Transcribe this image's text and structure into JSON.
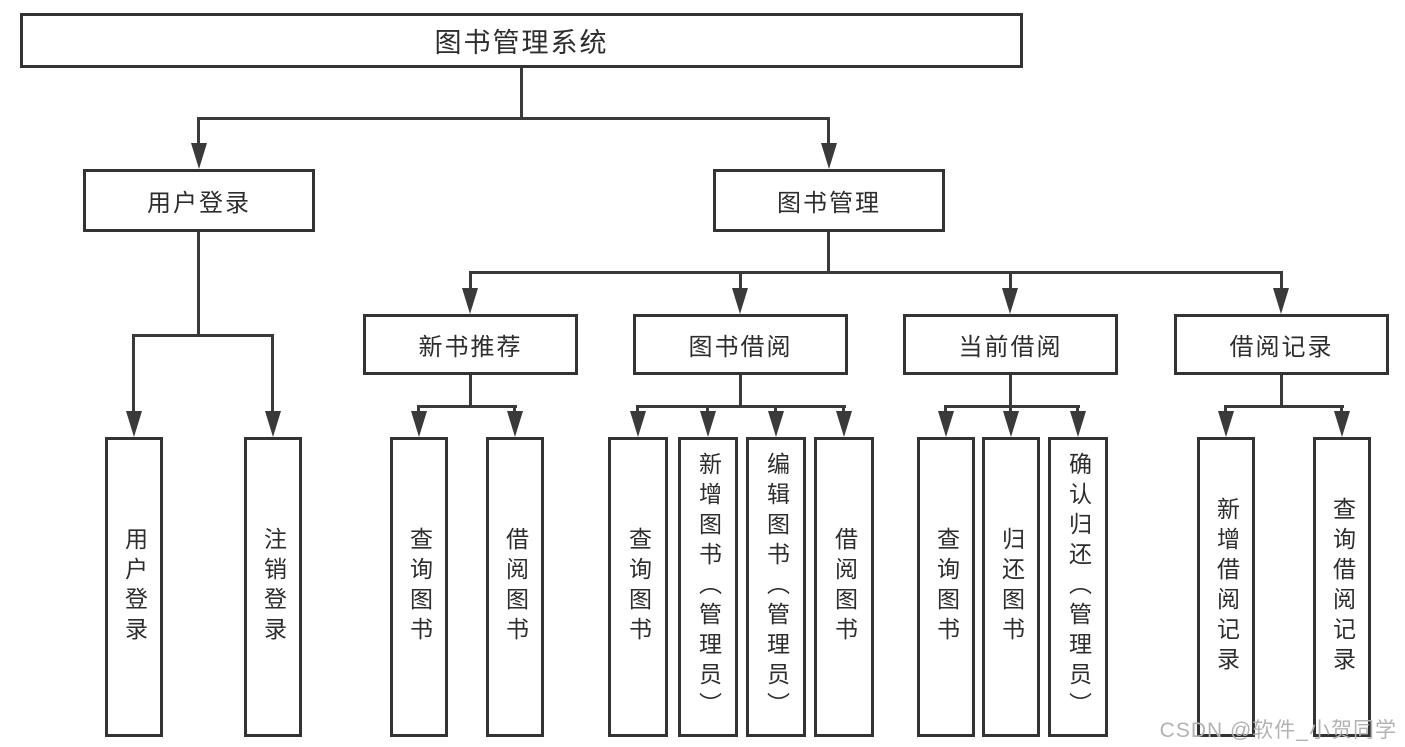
{
  "diagram_title": "图书管理系统",
  "nodes": {
    "root": {
      "label": "图书管理系统"
    },
    "user_login": {
      "label": "用户登录"
    },
    "book_mgmt": {
      "label": "图书管理"
    },
    "new_book_rec": {
      "label": "新书推荐"
    },
    "book_borrow": {
      "label": "图书借阅"
    },
    "current_borrow": {
      "label": "当前借阅"
    },
    "borrow_records": {
      "label": "借阅记录"
    },
    "leaf_user_login": {
      "label": "用户登录"
    },
    "leaf_logout": {
      "label": "注销登录"
    },
    "leaf_query_book_1": {
      "label": "查询图书"
    },
    "leaf_borrow_book_1": {
      "label": "借阅图书"
    },
    "leaf_query_book_2": {
      "label": "查询图书"
    },
    "leaf_add_book": {
      "label": "新增图书（管理员）"
    },
    "leaf_edit_book": {
      "label": "编辑图书（管理员）"
    },
    "leaf_borrow_book_2": {
      "label": "借阅图书"
    },
    "leaf_query_book_3": {
      "label": "查询图书"
    },
    "leaf_return_book": {
      "label": "归还图书"
    },
    "leaf_confirm_return": {
      "label": "确认归还（管理员）"
    },
    "leaf_add_record": {
      "label": "新增借阅记录"
    },
    "leaf_query_record": {
      "label": "查询借阅记录"
    }
  },
  "hierarchy": {
    "图书管理系统": {
      "用户登录": [
        "用户登录",
        "注销登录"
      ],
      "图书管理": {
        "新书推荐": [
          "查询图书",
          "借阅图书"
        ],
        "图书借阅": [
          "查询图书",
          "新增图书（管理员）",
          "编辑图书（管理员）",
          "借阅图书"
        ],
        "当前借阅": [
          "查询图书",
          "归还图书",
          "确认归还（管理员）"
        ],
        "借阅记录": [
          "新增借阅记录",
          "查询借阅记录"
        ]
      }
    }
  },
  "watermark": "CSDN @软件_小贺同学",
  "colors": {
    "line": "#3a3a3a",
    "border": "#333333",
    "text": "#2d2d2d",
    "watermark": "#b3b3b3",
    "background": "#ffffff"
  }
}
